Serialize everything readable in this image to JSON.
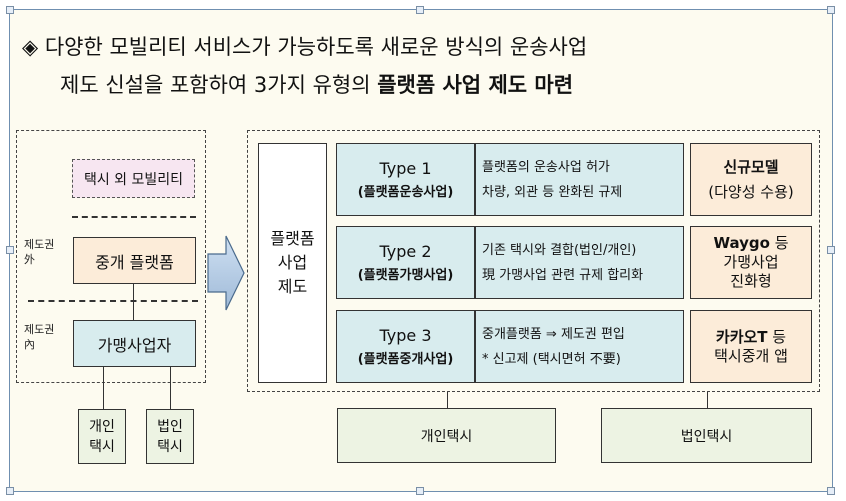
{
  "title": {
    "line1": "◈ 다양한 모빌리티 서비스가 가능하도록 새로운 방식의 운송사업",
    "line2_plain": "제도 신설을 포함하여 3가지 유형의 ",
    "line2_bold": "플랫폼 사업 제도 마련"
  },
  "left": {
    "taxi_other": "택시 외 모빌리티",
    "outside_label": "제도권\n外",
    "inside_label": "제도권\n內",
    "broker_platform": "중개 플랫폼",
    "franchise": "가맹사업자",
    "individual_taxi": "개인\n택시",
    "corporate_taxi": "법인\n택시"
  },
  "platform_system": "플랫폼\n사업\n제도",
  "types": [
    {
      "name": "Type 1",
      "sub": "(플랫폼운송사업)",
      "desc": "플랫폼의 운송사업 허가\n차량, 외관 등 완화된 규제",
      "example_bold": "신규모델",
      "example_rest": "(다양성 수용)"
    },
    {
      "name": "Type 2",
      "sub": "(플랫폼가맹사업)",
      "desc": "기존 택시와 결합(법인/개인)\n現 가맹사업 관련 규제 합리화",
      "example_bold": "Waygo",
      "example_rest": " 등\n가맹사업\n진화형"
    },
    {
      "name": "Type 3",
      "sub": "(플랫폼중개사업)",
      "desc": "중개플랫폼 ⇒ 제도권 편입\n* 신고제 (택시면허 不要)",
      "example_bold": "카카오T",
      "example_rest": " 등\n택시중개 앱"
    }
  ],
  "bottom": {
    "individual": "개인택시",
    "corporate": "법인택시"
  },
  "colors": {
    "teal": "#d8ecee",
    "peach": "#fcecd9",
    "pink": "#f7e6f1",
    "green": "#edf3e3",
    "frame_bg": "#fdfbf0"
  }
}
